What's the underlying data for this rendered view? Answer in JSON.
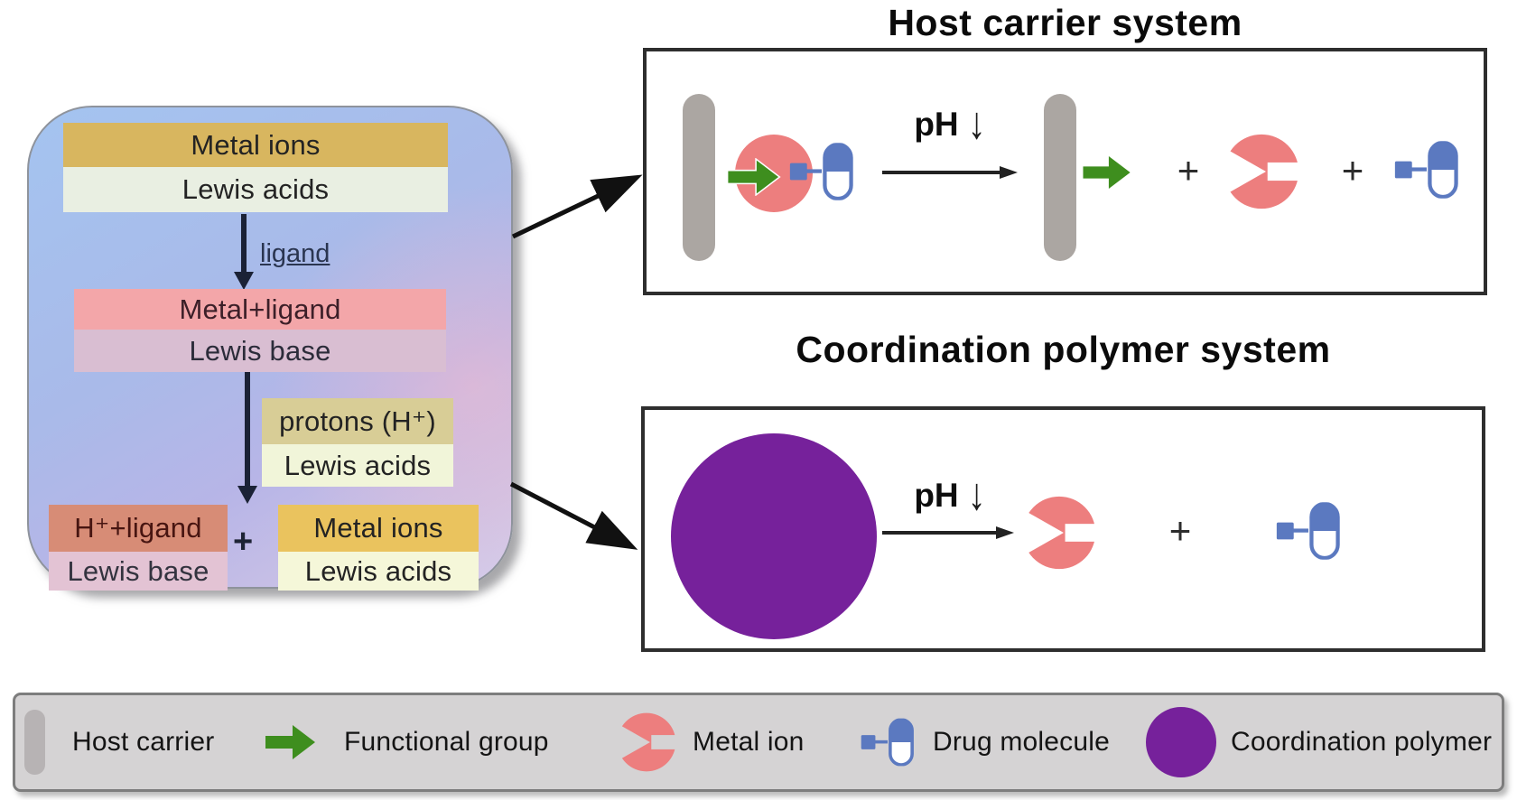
{
  "figure": {
    "flow_panel": {
      "step1_top": "Metal ions",
      "step1_bottom": "Lewis acids",
      "arrow1_label": "ligand",
      "step2_top": "Metal+ligand",
      "step2_bottom": "Lewis base",
      "side_top": "protons (H⁺)",
      "side_bottom": "Lewis acids",
      "step3a_top": "H⁺+ligand",
      "step3a_bottom": "Lewis base",
      "plus": "+",
      "step3b_top": "Metal ions",
      "step3b_bottom": "Lewis acids"
    },
    "host_system": {
      "title": "Host carrier system",
      "ph": "pH",
      "down_arrow": "↓",
      "plus_1": "+",
      "plus_2": "+"
    },
    "polymer_system": {
      "title": "Coordination polymer system",
      "ph": "pH",
      "down_arrow": "↓",
      "plus": "+"
    },
    "legend": {
      "items": [
        {
          "icon": "host-carrier-icon",
          "label": "Host carrier"
        },
        {
          "icon": "functional-group-icon",
          "label": "Functional group"
        },
        {
          "icon": "metal-ion-icon",
          "label": "Metal ion"
        },
        {
          "icon": "drug-molecule-icon",
          "label": "Drug molecule"
        },
        {
          "icon": "coordination-polymer-icon",
          "label": "Coordination polymer"
        }
      ]
    }
  },
  "colors": {
    "gold": "#d8b65f",
    "mint": "#e9efe2",
    "pink-bar": "#f3a6a9",
    "rose-bar": "#d9bed2",
    "tan": "#d8cd96",
    "lightyellow": "#f1f5d9",
    "salmon-red": "#d78c76",
    "rose2": "#e3c3d4",
    "gold2": "#eac35e",
    "lightyellow2": "#f5f7d9",
    "metal-ion-pink": "#ed7e7e",
    "drug-blue": "#5b79c0",
    "functional-green": "#3e8e1e",
    "host-gray": "#aba6a2",
    "legend-pill-gray": "#b7b3b4",
    "polymer-purple": "#76219b",
    "legend-bg": "#d5d3d4",
    "box-border": "#2e2e2e",
    "arrow-navy": "#1b2236"
  }
}
